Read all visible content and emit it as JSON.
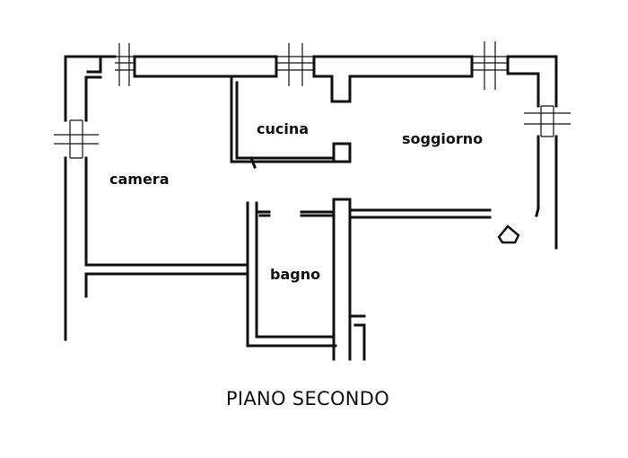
{
  "plan": {
    "rooms": {
      "cucina": "cucina",
      "soggiorno": "soggiorno",
      "camera": "camera",
      "bagno": "bagno"
    },
    "title": "PIANO SECONDO"
  },
  "colors": {
    "wall": "#111111",
    "background": "#ffffff"
  }
}
